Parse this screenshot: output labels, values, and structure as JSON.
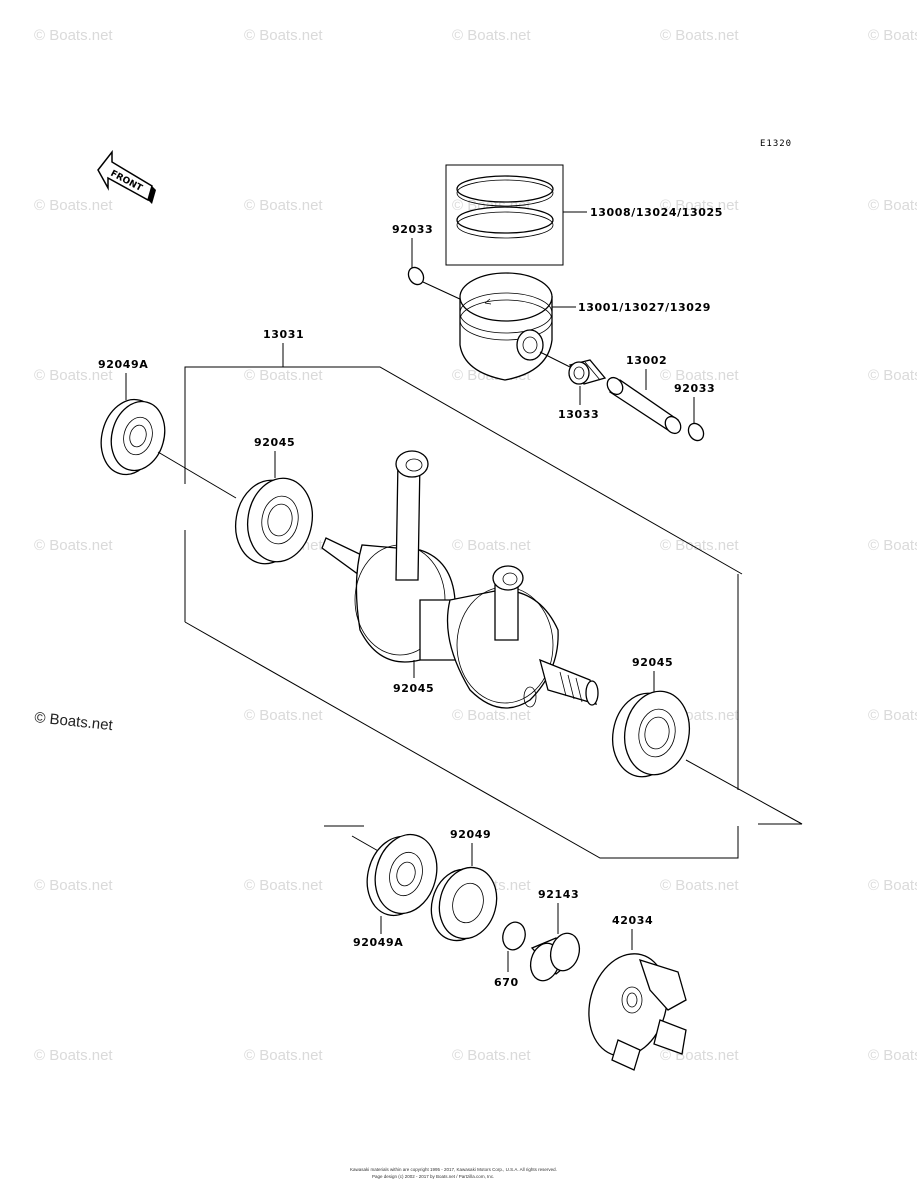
{
  "diagram": {
    "code": "E1320",
    "front_label": "FRONT",
    "copyright_line1": "Kawasaki materials within are copyright 1995 - 2017, Kawasaki Motors Corp., U.S.A. All rights reserved.",
    "copyright_line2": "Page design (c) 2002 - 2017 by Boats.net / Partzilla.com, Inc."
  },
  "watermark": {
    "text": "© Boats.net",
    "visible_text": "© Boats.net"
  },
  "parts": [
    {
      "label": "13008/13024/13025",
      "name": "piston-ring-set"
    },
    {
      "label": "92033",
      "name": "piston-pin-clip-left"
    },
    {
      "label": "13001/13027/13029",
      "name": "piston"
    },
    {
      "label": "13031",
      "name": "crankshaft-assembly"
    },
    {
      "label": "92049A",
      "name": "oil-seal-left"
    },
    {
      "label": "13002",
      "name": "piston-pin"
    },
    {
      "label": "92033",
      "name": "piston-pin-clip-right"
    },
    {
      "label": "13033",
      "name": "needle-bearing"
    },
    {
      "label": "92045",
      "name": "ball-bearing-left"
    },
    {
      "label": "92045",
      "name": "ball-bearing-center"
    },
    {
      "label": "92045",
      "name": "ball-bearing-right"
    },
    {
      "label": "92049",
      "name": "oil-seal-lower"
    },
    {
      "label": "92049A",
      "name": "oil-seal-lower-a"
    },
    {
      "label": "92143",
      "name": "collar"
    },
    {
      "label": "670",
      "name": "o-ring"
    },
    {
      "label": "42034",
      "name": "coupling"
    }
  ]
}
